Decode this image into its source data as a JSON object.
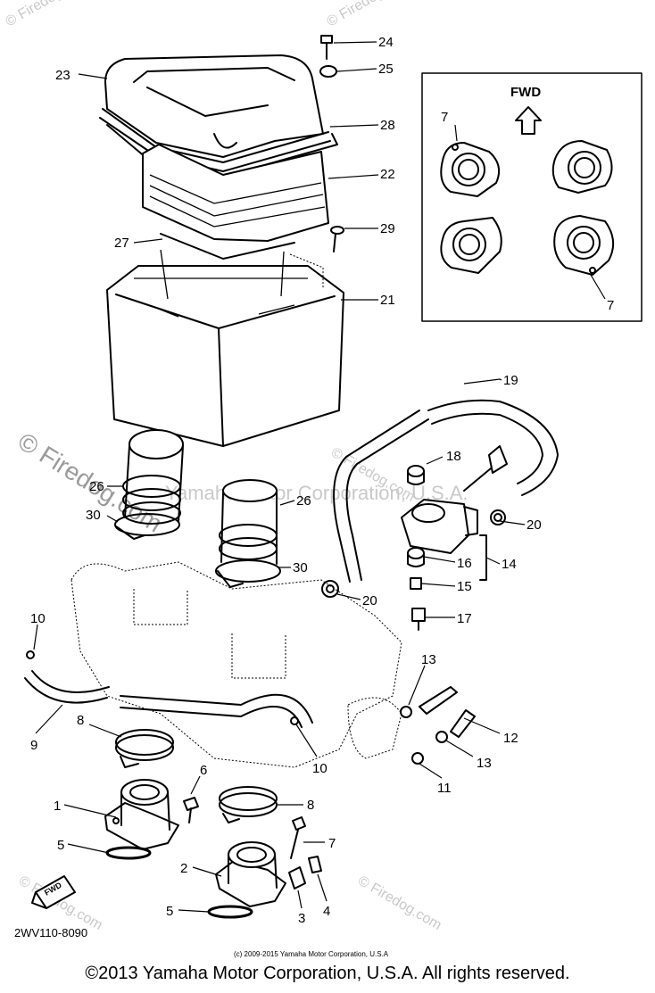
{
  "labels": {
    "l1": "1",
    "l2": "2",
    "l3": "3",
    "l4": "4",
    "l5a": "5",
    "l5b": "5",
    "l6": "6",
    "l7a": "7",
    "l7b": "7",
    "l7c": "7",
    "l8a": "8",
    "l8b": "8",
    "l9": "9",
    "l10a": "10",
    "l10b": "10",
    "l11": "11",
    "l12": "12",
    "l13a": "13",
    "l13b": "13",
    "l14": "14",
    "l15": "15",
    "l16": "16",
    "l17": "17",
    "l18": "18",
    "l19": "19",
    "l20a": "20",
    "l20b": "20",
    "l21": "21",
    "l22": "22",
    "l23": "23",
    "l24": "24",
    "l25": "25",
    "l26a": "26",
    "l26b": "26",
    "l27": "27",
    "l28": "28",
    "l29": "29",
    "l30a": "30",
    "l30b": "30"
  },
  "inset": {
    "fwd_label": "FWD"
  },
  "fwd_tag": "FWD",
  "part_code": "2WV110-8090",
  "small_copyright": "(c) 2009-2015 Yamaha Motor Corporation, U.S.A",
  "footer_copyright": "©2013 Yamaha Motor Corporation, U.S.A. All rights reserved.",
  "watermarks": {
    "corner": "© Firedog.com",
    "big": "© Firedog.com",
    "center": "Yamaha Motor Corporation, U.S.A."
  }
}
